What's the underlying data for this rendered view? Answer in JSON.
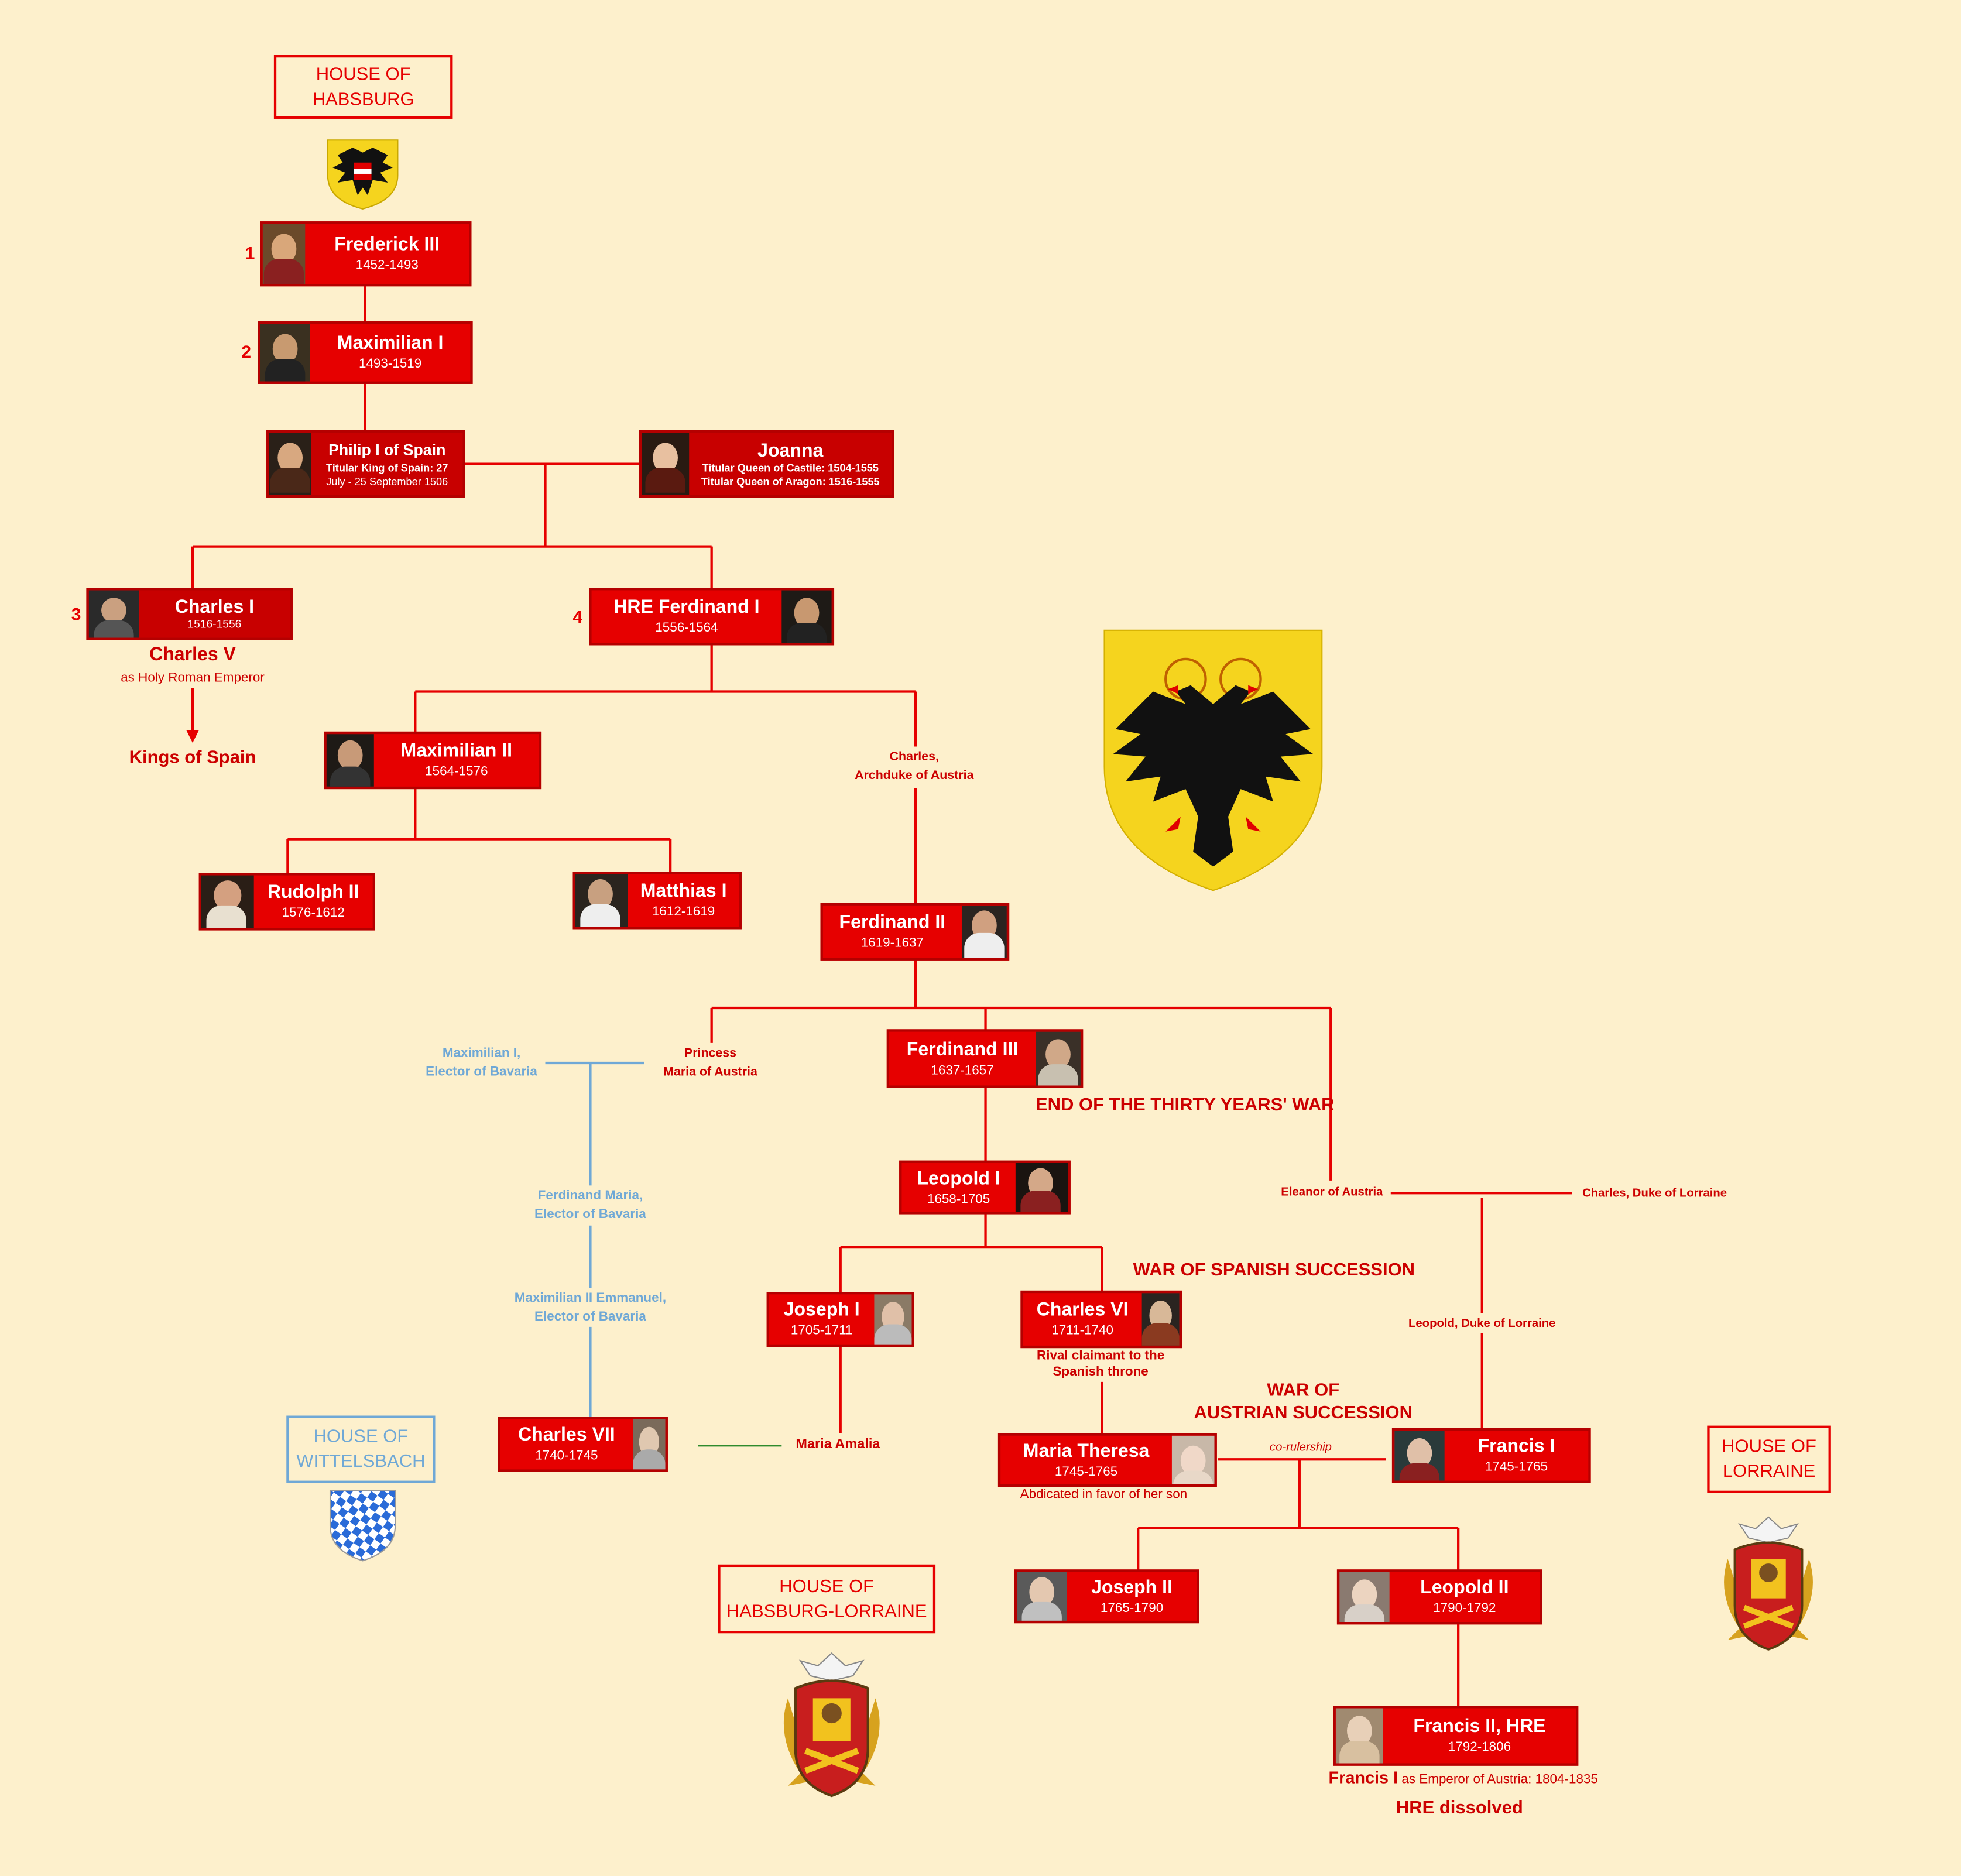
{
  "houses": {
    "habsburg": [
      "HOUSE OF",
      "HABSBURG"
    ],
    "wittelsbach": [
      "HOUSE OF",
      "WITTELSBACH"
    ],
    "habsburg_lorraine": [
      "HOUSE OF",
      "HABSBURG-LORRAINE"
    ],
    "lorraine": [
      "HOUSE OF",
      "LORRAINE"
    ]
  },
  "rulers": {
    "frederick3": {
      "num": "1",
      "name": "Frederick III",
      "years": "1452-1493"
    },
    "maximilian1": {
      "num": "2",
      "name": "Maximilian I",
      "years": "1493-1519"
    },
    "philip1": {
      "name": "Philip I of Spain",
      "line1": "Titular King of Spain: 27",
      "line2": "July - 25 September 1506"
    },
    "joanna": {
      "name": "Joanna",
      "line1": "Titular Queen of Castile: 1504-1555",
      "line2": "Titular Queen of Aragon: 1516-1555"
    },
    "charles1": {
      "num": "3",
      "name": "Charles I",
      "years": "1516-1556"
    },
    "ferdinand1": {
      "num": "4",
      "name": "HRE Ferdinand I",
      "years": "1556-1564"
    },
    "maximilian2": {
      "name": "Maximilian II",
      "years": "1564-1576"
    },
    "rudolph2": {
      "name": "Rudolph II",
      "years": "1576-1612"
    },
    "matthias1": {
      "name": "Matthias I",
      "years": "1612-1619"
    },
    "ferdinand2": {
      "name": "Ferdinand II",
      "years": "1619-1637"
    },
    "ferdinand3": {
      "name": "Ferdinand III",
      "years": "1637-1657"
    },
    "leopold1": {
      "name": "Leopold I",
      "years": "1658-1705"
    },
    "joseph1": {
      "name": "Joseph I",
      "years": "1705-1711"
    },
    "charles6": {
      "name": "Charles VI",
      "years": "1711-1740"
    },
    "charles7": {
      "name": "Charles VII",
      "years": "1740-1745"
    },
    "maria_theresa": {
      "name": "Maria Theresa",
      "years": "1745-1765"
    },
    "francis1": {
      "name": "Francis I",
      "years": "1745-1765"
    },
    "joseph2": {
      "name": "Joseph II",
      "years": "1765-1790"
    },
    "leopold2": {
      "name": "Leopold II",
      "years": "1790-1792"
    },
    "francis2": {
      "name": "Francis II, HRE",
      "years": "1792-1806"
    }
  },
  "labels": {
    "charles5": "Charles V",
    "charles5_note": "as Holy Roman Emperor",
    "kings_of_spain": "Kings of Spain",
    "charles_archduke": [
      "Charles,",
      "Archduke of Austria"
    ],
    "maximilian_bavaria": [
      "Maximilian I,",
      "Elector of Bavaria"
    ],
    "princess_maria": [
      "Princess",
      "Maria of Austria"
    ],
    "ferdinand_maria": [
      "Ferdinand Maria,",
      "Elector of Bavaria"
    ],
    "max2_emmanuel": [
      "Maximilian II Emmanuel,",
      "Elector of Bavaria"
    ],
    "maria_amalia": "Maria Amalia",
    "eleanor": "Eleanor of Austria",
    "charles_lorraine": "Charles, Duke of Lorraine",
    "leopold_lorraine": "Leopold, Duke of Lorraine",
    "thirty_years": "END OF THE THIRTY YEARS' WAR",
    "spanish_succession": "WAR OF SPANISH SUCCESSION",
    "austrian_succession": [
      "WAR OF",
      "AUSTRIAN SUCCESSION"
    ],
    "rival_claimant": [
      "Rival claimant to the",
      "Spanish throne"
    ],
    "abdicated": "Abdicated in favor of her son",
    "corulership": "co-rulership",
    "francis1_austria_name": "Francis I",
    "francis1_austria_note": "as Emperor of Austria:",
    "francis1_austria_years": "1804-1835",
    "hre_dissolved": "HRE dissolved"
  },
  "colors": {
    "background": "#fdf0cc",
    "box": "#e60000",
    "text": "#cc0000",
    "wittelsbach": "#6fa8d6",
    "eagle_shield": "#f5d41e"
  }
}
